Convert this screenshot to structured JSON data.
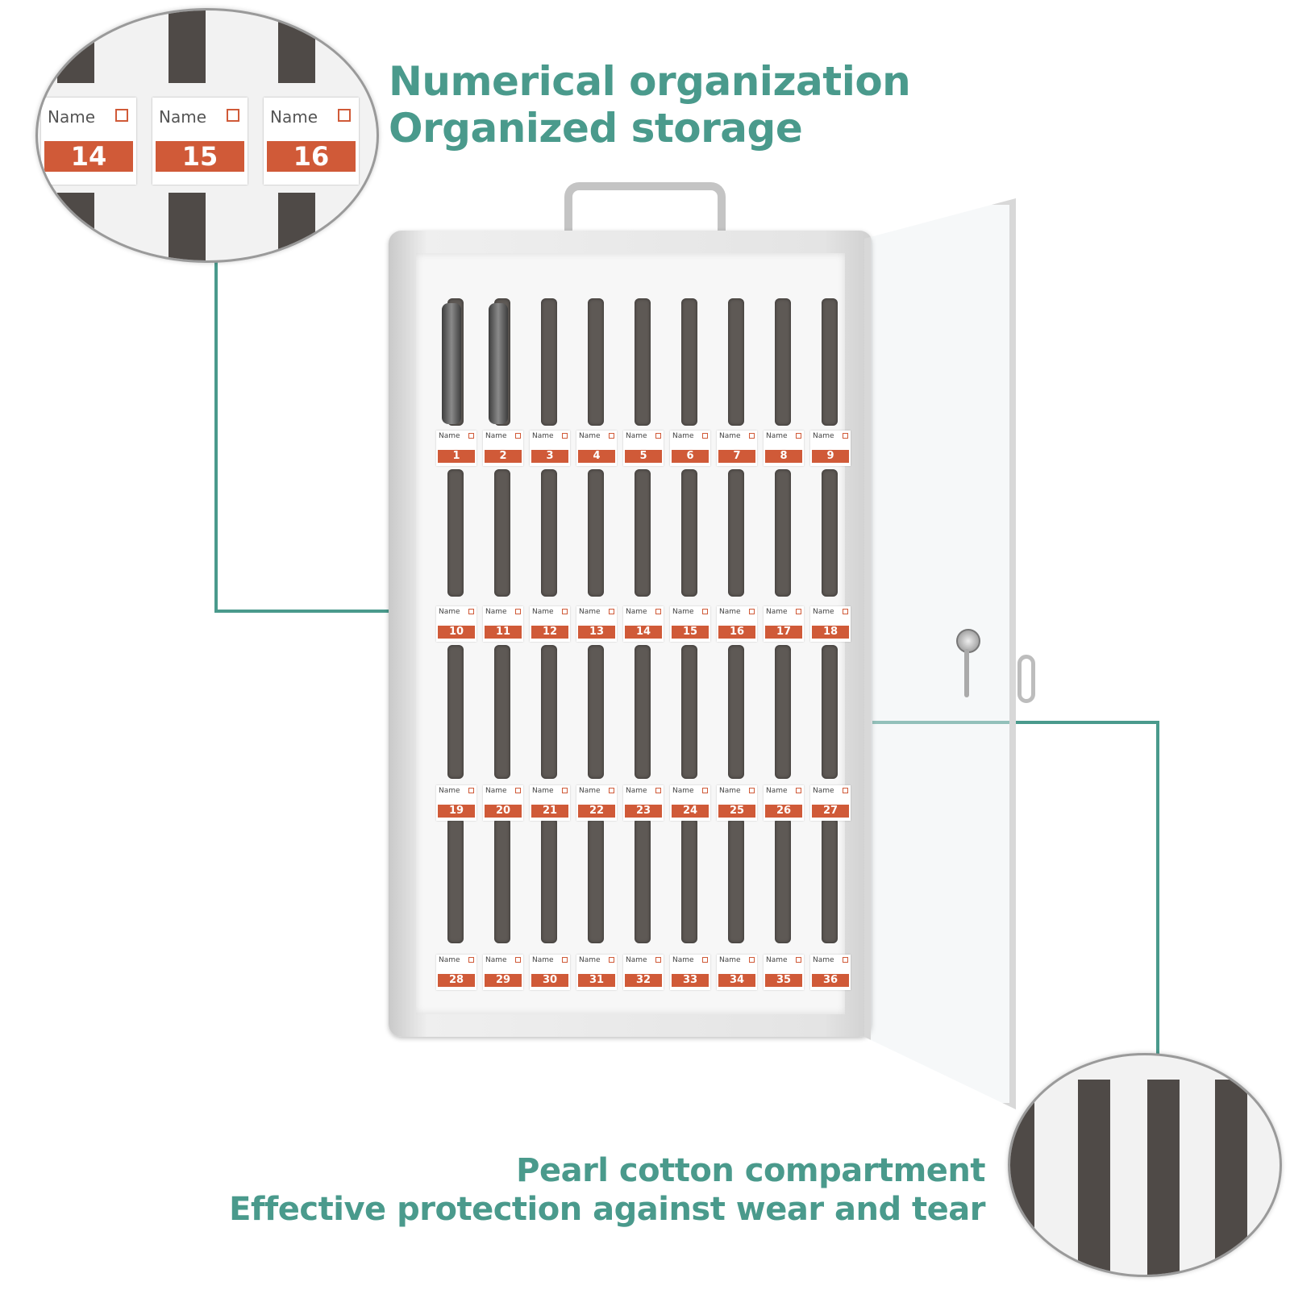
{
  "headline_top": {
    "line1": "Numerical organization",
    "line2": "Organized storage"
  },
  "headline_bottom": {
    "line1": "Pearl cotton compartment",
    "line2": "Effective protection against wear and tear"
  },
  "label_text": "Name",
  "zoom_labels": [
    "14",
    "15",
    "16"
  ],
  "cabinet_rows": [
    [
      "1",
      "2",
      "3",
      "4",
      "5",
      "6",
      "7",
      "8",
      "9"
    ],
    [
      "10",
      "11",
      "12",
      "13",
      "14",
      "15",
      "16",
      "17",
      "18"
    ],
    [
      "19",
      "20",
      "21",
      "22",
      "23",
      "24",
      "25",
      "26",
      "27"
    ],
    [
      "28",
      "29",
      "30",
      "31",
      "32",
      "33",
      "34",
      "35",
      "36"
    ]
  ],
  "colors": {
    "accent_teal": "#4a9a8c",
    "label_orange": "#d05a38",
    "foam_slot": "#5e5955"
  }
}
